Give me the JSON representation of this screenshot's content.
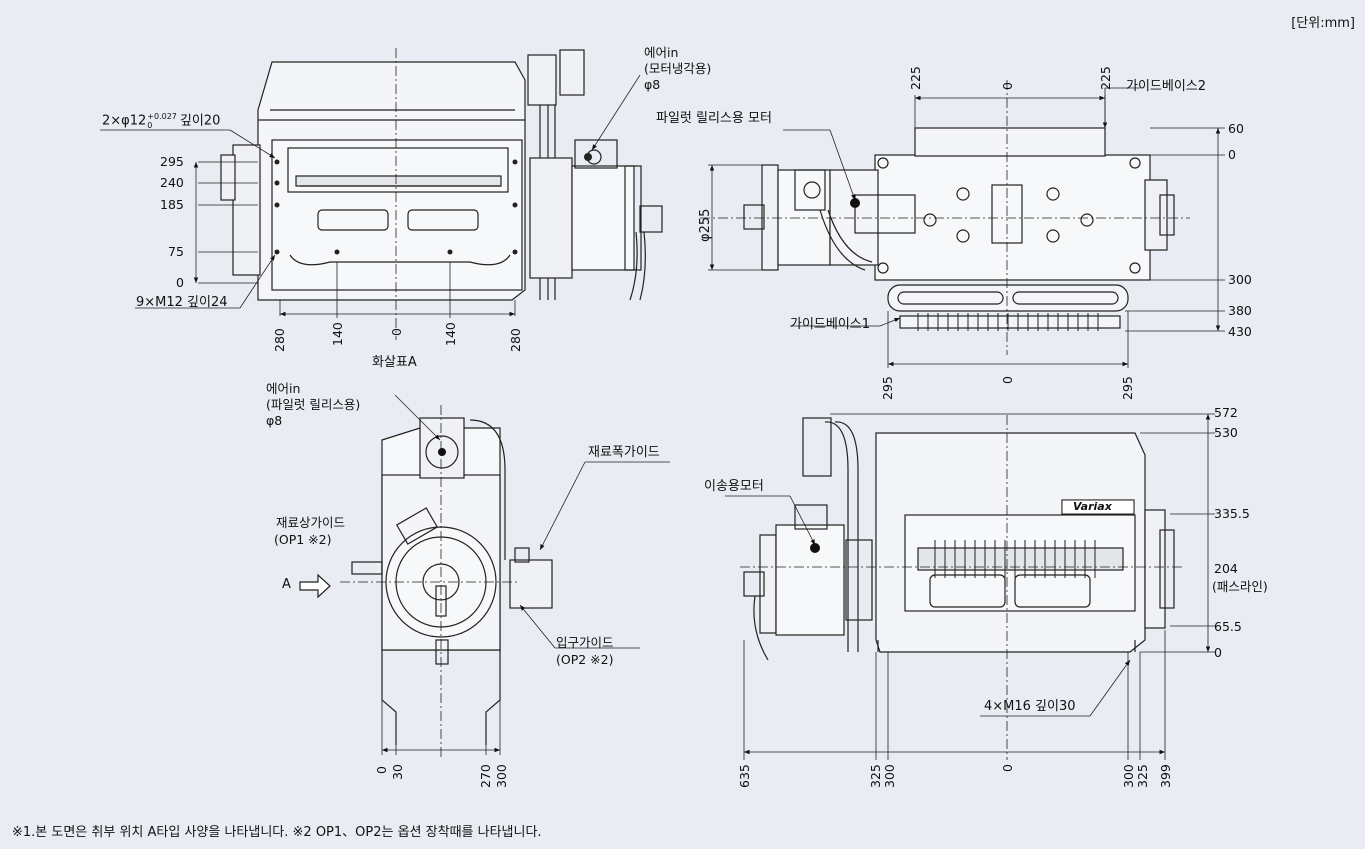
{
  "unit_label": "[단위:mm]",
  "footnote": "※1.본 도면은 취부 위치 A타입 사양을 나타냅니다. ※2 OP1、OP2는 옵션 장착때를 나타냅니다.",
  "views": {
    "front": {
      "hole_spec_top": "2×φ12+0.027 0 깊이20",
      "hole_spec_top_main": "2×φ12",
      "hole_spec_top_sup": "+0.027",
      "hole_spec_top_sub": "0",
      "hole_spec_top_tail": "깊이20",
      "hole_spec_bottom": "9×M12 깊이24",
      "air_in_title": "에어in",
      "air_in_purpose": "(모터냉각용)",
      "air_in_size": "φ8",
      "arrow_caption": "화살표A",
      "left_dims": [
        "295",
        "240",
        "185",
        "75",
        "0"
      ],
      "bottom_dims": [
        "280",
        "140",
        "0",
        "140",
        "280"
      ]
    },
    "top": {
      "motor_label": "파일럿 릴리스용 모터",
      "guide_base_2": "가이드베이스2",
      "guide_base_1": "가이드베이스1",
      "diameter": "φ255",
      "top_dims": [
        "225",
        "0",
        "225"
      ],
      "right_dims": [
        "60",
        "0",
        "300",
        "380",
        "430"
      ],
      "bottom_dims": [
        "295",
        "0",
        "295"
      ]
    },
    "side": {
      "air_in_title": "에어in",
      "air_in_purpose": "(파일럿 릴리스용)",
      "air_in_size": "φ8",
      "width_guide": "재료폭가이드",
      "upper_guide": "재료상가이드",
      "upper_guide_opt": "(OP1 ※2)",
      "entry_guide": "입구가이드",
      "entry_guide_opt": "(OP2 ※2)",
      "arrow_a": "A",
      "bottom_dims": [
        "0",
        "30",
        "270",
        "300"
      ]
    },
    "rear": {
      "transfer_motor": "이송용모터",
      "brand": "Variax",
      "hole_spec": "4×M16 깊이30",
      "right_dims": [
        "572",
        "530",
        "335.5",
        "204",
        "65.5",
        "0"
      ],
      "passline": "(패스라인)",
      "bottom_dims": [
        "635",
        "325",
        "300",
        "0",
        "300",
        "325",
        "399"
      ]
    }
  }
}
